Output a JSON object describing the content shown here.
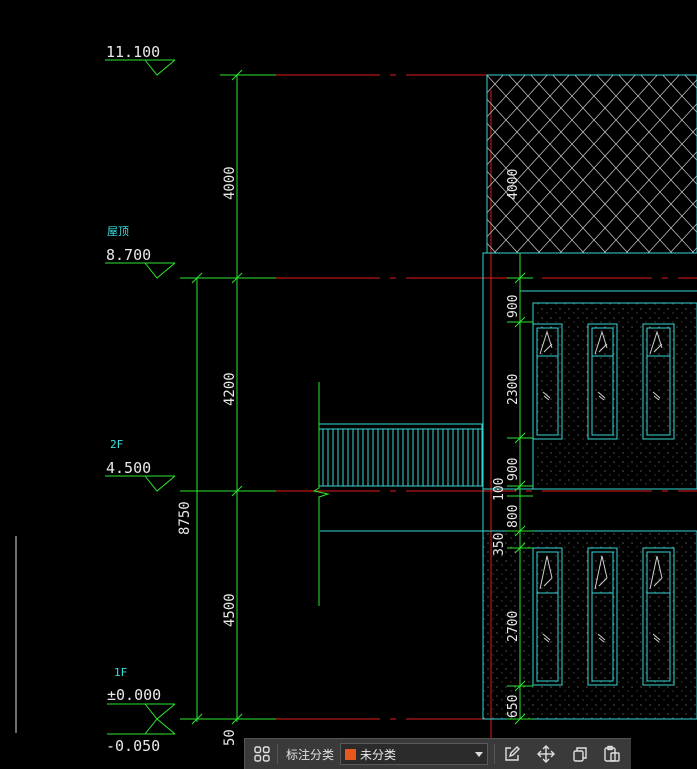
{
  "levels": {
    "roof_top": "11.100",
    "roof_label": "屋顶",
    "roof": "8.700",
    "floor2_label": "2F",
    "floor2": "4.500",
    "floor1_label": "1F",
    "floor1": "±0.000",
    "ground": "-0.050"
  },
  "dimensions": {
    "left_4000": "4000",
    "left_4200": "4200",
    "left_4500": "4500",
    "total_8750": "8750",
    "bottom_50": "50",
    "facade_4000": "4000",
    "facade_900a": "900",
    "facade_2300": "2300",
    "facade_900b": "900",
    "facade_100": "100",
    "facade_800": "800",
    "facade_350": "350",
    "facade_2700": "2700",
    "facade_650": "650"
  },
  "toolbar": {
    "label": "标注分类",
    "selected_category": "未分类",
    "swatch_color": "#e8581c",
    "icons": [
      "grid-icon",
      "edit-icon",
      "move-icon",
      "copy-icon",
      "paste-icon"
    ]
  },
  "colors": {
    "axis_red": "#e01b1b",
    "dimension_green": "#2ee62e",
    "outline_cyan": "#36d6d6",
    "background": "#000000"
  }
}
